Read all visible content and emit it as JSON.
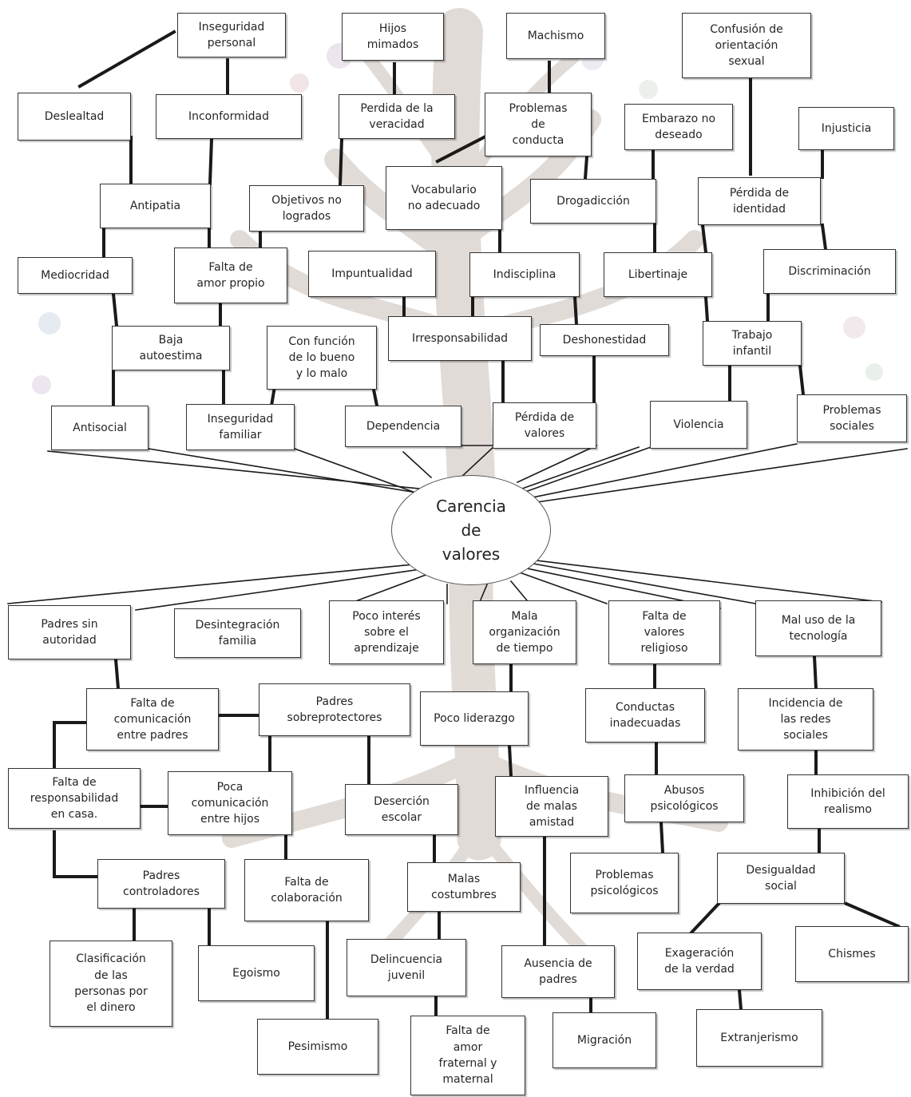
{
  "center": "Carencia\nde\nvalores",
  "boxes": {
    "inseguridad_personal": "Inseguridad\npersonal",
    "hijos_mimados": "Hijos\nmimados",
    "machismo": "Machismo",
    "confusion_orientacion": "Confusión de\norientación\nsexual",
    "deslealtad": "Deslealtad",
    "inconformidad": "Inconformidad",
    "perdida_veracidad": "Perdida de la\nveracidad",
    "problemas_conducta": "Problemas\nde\nconducta",
    "embarazo_no_deseado": "Embarazo no\ndeseado",
    "injusticia": "Injusticia",
    "antipatia": "Antipatia",
    "objetivos_no_logrados": "Objetivos no\nlogrados",
    "vocabulario_no_adecuado": "Vocabulario\nno adecuado",
    "drogadiccion": "Drogadicción",
    "perdida_identidad": "Pérdida de\nidentidad",
    "mediocridad": "Mediocridad",
    "falta_amor_propio": "Falta de\namor propio",
    "impuntualidad": "Impuntualidad",
    "indisciplina": "Indisciplina",
    "libertinaje": "Libertinaje",
    "discriminacion": "Discriminación",
    "baja_autoestima": "Baja\nautoestima",
    "con_funcion": "Con función\nde lo bueno\ny lo malo",
    "irresponsabilidad": "Irresponsabilidad",
    "deshonestidad": "Deshonestidad",
    "trabajo_infantil": "Trabajo\ninfantil",
    "antisocial": "Antisocial",
    "inseguridad_familiar": "Inseguridad\nfamiliar",
    "dependencia": "Dependencia",
    "perdida_valores": "Pérdida de\nvalores",
    "violencia": "Violencia",
    "problemas_sociales": "Problemas\nsociales",
    "padres_sin_autoridad": "Padres sin\nautoridad",
    "desintegracion_familia": "Desintegración\nfamilia",
    "poco_interes": "Poco interés\nsobre el\naprendizaje",
    "mala_organizacion": "Mala\norganización\nde tiempo",
    "falta_valores_religioso": "Falta de\nvalores\nreligioso",
    "mal_uso_tecnologia": "Mal uso de la\ntecnología",
    "falta_comunicacion_padres": "Falta de\ncomunicación\nentre padres",
    "padres_sobreprotectores": "Padres\nsobreprotectores",
    "poco_liderazgo": "Poco liderazgo",
    "conductas_inadecuadas": "Conductas\ninadecuadas",
    "incidencia_redes": "Incidencia de\nlas redes\nsociales",
    "falta_responsabilidad_casa": "Falta de\nresponsabilidad\nen casa.",
    "poca_comunicacion_hijos": "Poca\ncomunicación\nentre hijos",
    "desercion_escolar": "Deserción\nescolar",
    "influencia_malas_amistad": "Influencia\nde malas\namistad",
    "abusos_psicologicos": "Abusos\npsicológicos",
    "inhibicion_realismo": "Inhibición del\nrealismo",
    "padres_controladores": "Padres\ncontroladores",
    "falta_colaboracion": "Falta de\ncolaboración",
    "malas_costumbres": "Malas\ncostumbres",
    "problemas_psicologicos": "Problemas\npsicológicos",
    "desigualdad_social": "Desigualdad\nsocial",
    "clasificacion_personas": "Clasificación\nde las\npersonas por\nel dinero",
    "egoismo": "Egoismo",
    "delincuencia_juvenil": "Delincuencia\njuvenil",
    "ausencia_padres": "Ausencia de\npadres",
    "exageracion_verdad": "Exageración\nde la verdad",
    "chismes": "Chismes",
    "pesimismo": "Pesimismo",
    "falta_amor_fraternal": "Falta de\namor\nfraternal y\nmaternal",
    "migracion": "Migración",
    "extranjerismo": "Extranjerismo"
  }
}
